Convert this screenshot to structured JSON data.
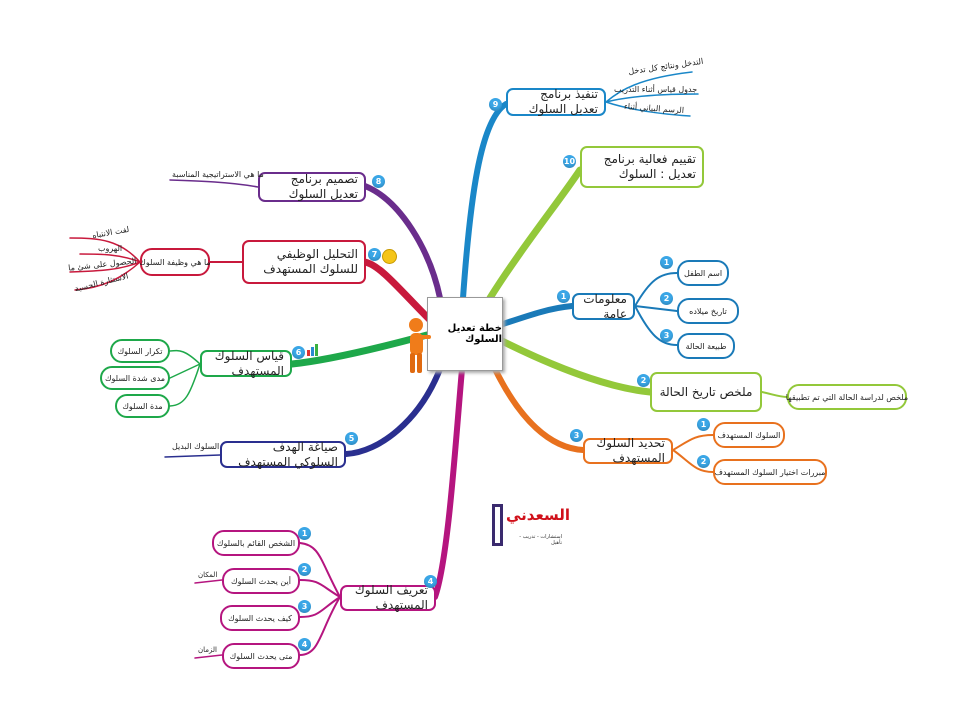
{
  "center": {
    "title": "خطة تعديل السلوك"
  },
  "colors": {
    "b9": "#1a87c8",
    "b10": "#93c83a",
    "b8": "#6a2d8c",
    "b7": "#c8193c",
    "b6": "#1ea84a",
    "b5": "#2a2f8f",
    "b4": "#b5157f",
    "b1": "#1a7ab8",
    "b2": "#93c83a",
    "b3": "#e8711e"
  },
  "branches": {
    "b9": {
      "num": "9",
      "title": "تنفيذ برنامج تعديل السلوك",
      "children": [
        "التدخل ونتائج كل تدخل",
        "جدول قياس أثناء التدريب",
        "الرسم البياني أثناء"
      ]
    },
    "b10": {
      "num": "10",
      "title": "تقييم فعالية برنامج تعديل : السلوك"
    },
    "b8": {
      "num": "8",
      "title": "تصميم برنامج تعديل السلوك",
      "children": [
        "ما هي الاستراتيجية المناسبة"
      ]
    },
    "b7": {
      "num": "7",
      "title": "التحليل الوظيفي للسلوك المستهدف",
      "sub": "ما هي وظيفة السلوك",
      "children": [
        "لفت الانتباه",
        "الهروب",
        "الحصول على شئ ما",
        "الاستثارة الحسية"
      ]
    },
    "b6": {
      "num": "6",
      "title": "قياس السلوك المستهدف",
      "children": [
        "تكرار السلوك",
        "مدى شدة السلوك",
        "مدة السلوك"
      ]
    },
    "b5": {
      "num": "5",
      "title": "صياغة الهدف السلوكي المستهدف",
      "children": [
        "السلوك البديل"
      ]
    },
    "b4": {
      "num": "4",
      "title": "تعريف السلوك المستهدف",
      "children": [
        {
          "num": "1",
          "label": "الشخص القائم بالسلوك"
        },
        {
          "num": "2",
          "label": "أين يحدث السلوك",
          "extra": "المكان"
        },
        {
          "num": "3",
          "label": "كيف يحدث السلوك"
        },
        {
          "num": "4",
          "label": "متى يحدث السلوك",
          "extra": "الزمان"
        }
      ]
    },
    "b1": {
      "num": "1",
      "title": "معلومات عامة",
      "children": [
        {
          "num": "1",
          "label": "اسم الطفل"
        },
        {
          "num": "2",
          "label": "تاريخ ميلاده"
        },
        {
          "num": "3",
          "label": "طبيعة الحالة"
        }
      ]
    },
    "b2": {
      "num": "2",
      "title": "ملخص تاريخ الحالة",
      "children": [
        "ملخص لدراسة الحالة التي تم تطبيقها"
      ]
    },
    "b3": {
      "num": "3",
      "title": "تحديد السلوك المستهدف",
      "children": [
        {
          "num": "1",
          "label": "السلوك المستهدف"
        },
        {
          "num": "2",
          "label": "مبررات اختيار السلوك المستهدف"
        }
      ]
    }
  },
  "logo": {
    "name": "السعدني",
    "tagline": "استشارات - تدريب - تأهيل"
  }
}
